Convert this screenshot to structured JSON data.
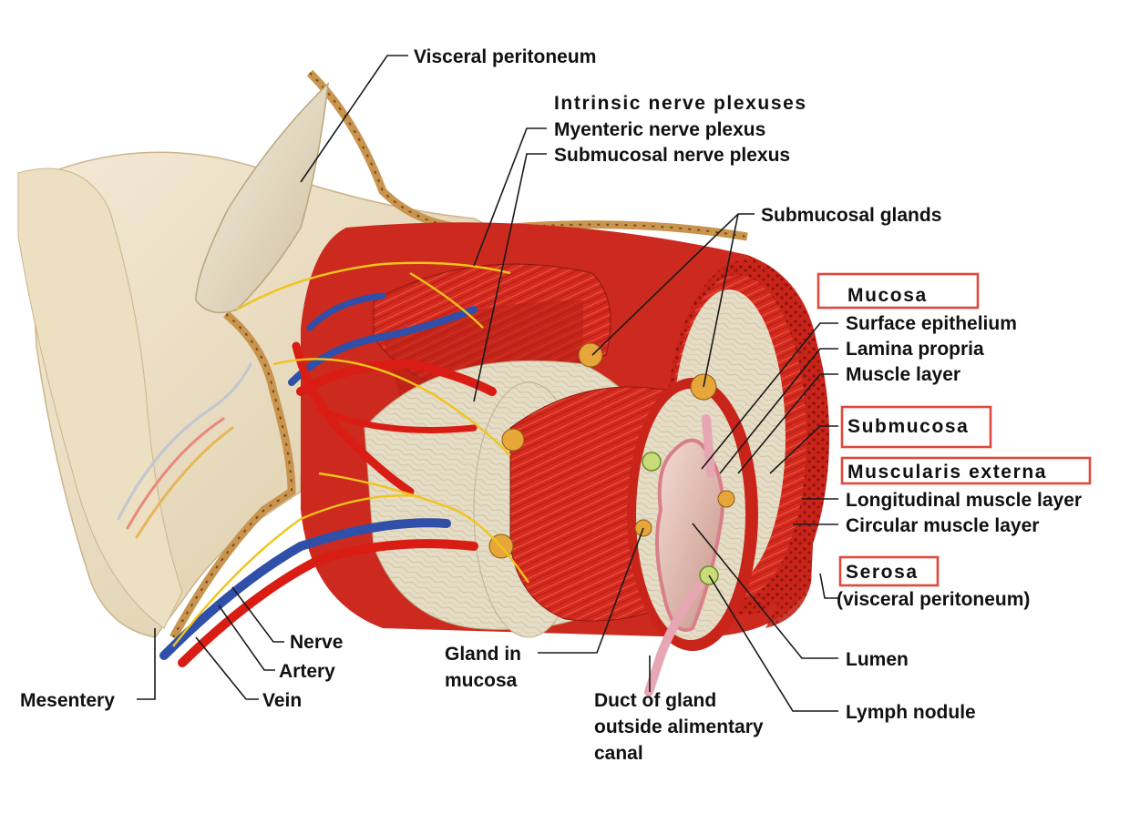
{
  "diagram": {
    "labels": {
      "visceral_peritoneum": "Visceral peritoneum",
      "intrinsic_nerve_plexuses": "Intrinsic nerve plexuses",
      "myenteric_nerve_plexus": "Myenteric nerve plexus",
      "submucosal_nerve_plexus": "Submucosal nerve plexus",
      "submucosal_glands": "Submucosal glands",
      "mucosa": "Mucosa",
      "surface_epithelium": "Surface epithelium",
      "lamina_propria": "Lamina propria",
      "muscle_layer": "Muscle layer",
      "submucosa": "Submucosa",
      "muscularis_externa": "Muscularis externa",
      "longitudinal_muscle_layer": "Longitudinal muscle layer",
      "circular_muscle_layer": "Circular muscle layer",
      "serosa": "Serosa",
      "serosa_sub": "(visceral peritoneum)",
      "nerve": "Nerve",
      "artery": "Artery",
      "vein": "Vein",
      "mesentery": "Mesentery",
      "gland_in_mucosa_1": "Gland in",
      "gland_in_mucosa_2": "mucosa",
      "duct_1": "Duct of gland",
      "duct_2": "outside alimentary",
      "duct_3": "canal",
      "lumen": "Lumen",
      "lymph_nodule": "Lymph nodule"
    },
    "highlighted_labels": [
      "mucosa",
      "submucosa",
      "muscularis_externa",
      "serosa"
    ],
    "colors": {
      "highlight_box": "#e0483e",
      "muscle": "#d42a20",
      "muscle_dark": "#9e1810",
      "connective_tissue": "#e6ddc6",
      "peritoneum": "#eadcc0",
      "artery": "#d91c14",
      "vein": "#2f4fa8",
      "nerve": "#f0c419",
      "lumen": "#e9c7bf"
    }
  }
}
